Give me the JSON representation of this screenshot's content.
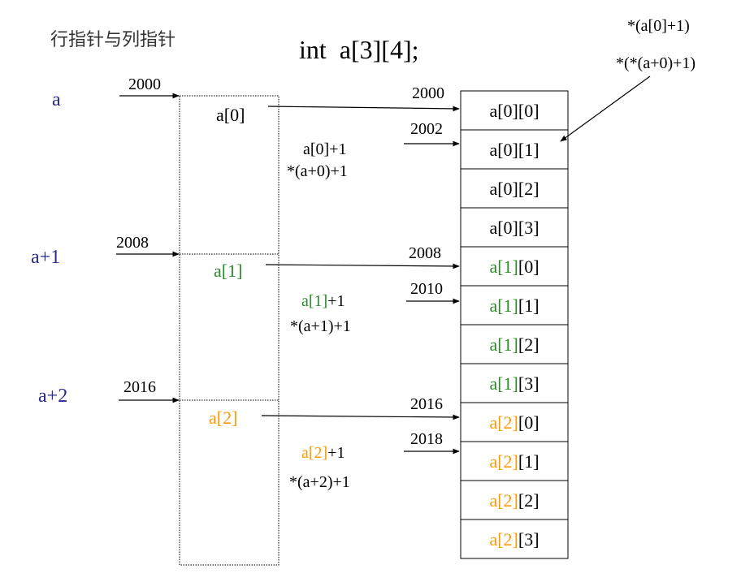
{
  "heading": {
    "title_cn": "行指针与列指针",
    "declaration": "int  a[3][4];"
  },
  "colors": {
    "row0": "#000000",
    "row1": "#2a8a2a",
    "row2": "#ff9900",
    "pointer_label": "#2b2b8f",
    "line": "#000000"
  },
  "top_right_labels": [
    "*(a[0]+1)",
    "*(*(a+0)+1)"
  ],
  "row_pointers": [
    {
      "label": "a",
      "address": "2000"
    },
    {
      "label": "a+1",
      "address": "2008"
    },
    {
      "label": "a+2",
      "address": "2016"
    }
  ],
  "row_arrays": [
    {
      "name": "a[0]",
      "first_address": "2000",
      "second_address": "2002",
      "expr1_prefix": "a[0]",
      "expr1_suffix": "+1",
      "expr2": "*(a+0)+1"
    },
    {
      "name": "a[1]",
      "first_address": "2008",
      "second_address": "2010",
      "expr1_prefix": "a[1]",
      "expr1_suffix": "+1",
      "expr2": "*(a+1)+1"
    },
    {
      "name": "a[2]",
      "first_address": "2016",
      "second_address": "2018",
      "expr1_prefix": "a[2]",
      "expr1_suffix": "+1",
      "expr2": "*(a+2)+1"
    }
  ],
  "cells": [
    {
      "row_part": "a[0]",
      "col_part": "[0]"
    },
    {
      "row_part": "a[0]",
      "col_part": "[1]"
    },
    {
      "row_part": "a[0]",
      "col_part": "[2]"
    },
    {
      "row_part": "a[0]",
      "col_part": "[3]"
    },
    {
      "row_part": "a[1]",
      "col_part": "[0]"
    },
    {
      "row_part": "a[1]",
      "col_part": "[1]"
    },
    {
      "row_part": "a[1]",
      "col_part": "[2]"
    },
    {
      "row_part": "a[1]",
      "col_part": "[3]"
    },
    {
      "row_part": "a[2]",
      "col_part": "[0]"
    },
    {
      "row_part": "a[2]",
      "col_part": "[1]"
    },
    {
      "row_part": "a[2]",
      "col_part": "[2]"
    },
    {
      "row_part": "a[2]",
      "col_part": "[3]"
    }
  ]
}
